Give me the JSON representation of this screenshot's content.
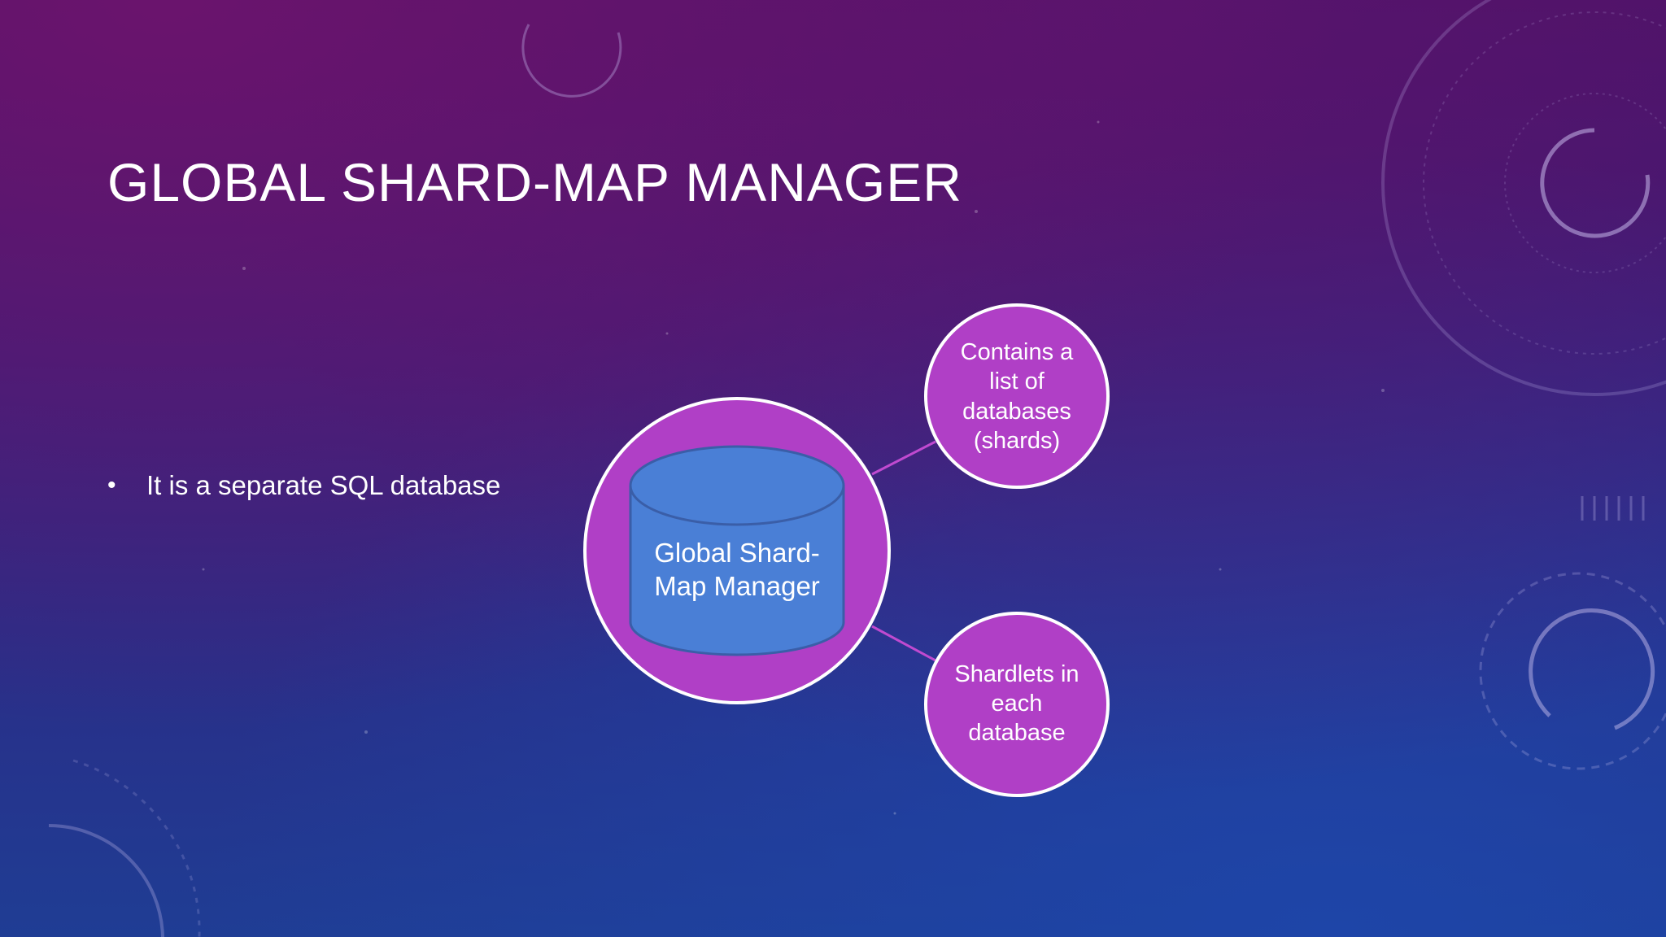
{
  "slide": {
    "title": "GLOBAL SHARD-MAP MANAGER",
    "bullets": [
      "It is a separate SQL database"
    ]
  },
  "diagram": {
    "center_node": {
      "label": "Global Shard-Map Manager",
      "shape": "database-cylinder-in-circle"
    },
    "satellite_nodes": [
      {
        "label": "Contains a list of databases (shards)"
      },
      {
        "label": "Shardlets in each database"
      }
    ]
  },
  "colors": {
    "node_fill": "#b03fc6",
    "node_border": "#ffffff",
    "cylinder_fill": "#4a7fd6",
    "cylinder_border": "#3a5ea8",
    "connector": "#c04ad0",
    "text": "#ffffff",
    "background_top": "#4a1266",
    "background_bottom": "#1f3d94"
  },
  "icons": [
    "database-cylinder-icon",
    "bullet-dot-icon"
  ]
}
